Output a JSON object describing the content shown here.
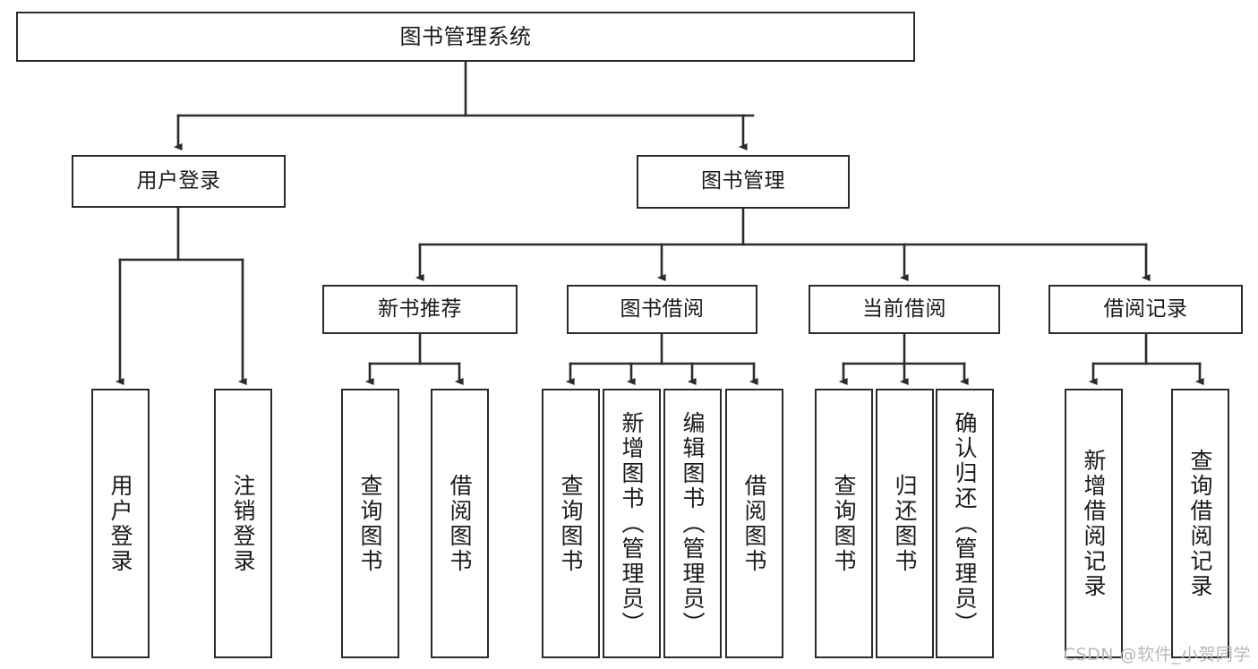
{
  "diagram": {
    "type": "tree-hierarchy-chart",
    "title": "图书管理系统",
    "watermark": "CSDN @软件_小贺同学",
    "colors": {
      "box_border": "#2b2b2b",
      "box_fill": "#ffffff",
      "connector": "#2b2b2b",
      "text": "#1a1a1a",
      "watermark": "#b9b9b9",
      "background": "#ffffff"
    },
    "levels": {
      "root": {
        "label": "图书管理系统"
      },
      "level2": [
        {
          "label": "用户登录"
        },
        {
          "label": "图书管理"
        }
      ],
      "level3": [
        {
          "label": "新书推荐"
        },
        {
          "label": "图书借阅"
        },
        {
          "label": "当前借阅"
        },
        {
          "label": "借阅记录"
        }
      ],
      "leaves": {
        "user_login": [
          {
            "label": "用户登录"
          },
          {
            "label": "注销登录"
          }
        ],
        "new_book_recommend": [
          {
            "label": "查询图书"
          },
          {
            "label": "借阅图书"
          }
        ],
        "book_borrow": [
          {
            "label": "查询图书"
          },
          {
            "label": "新增图书（管理员）"
          },
          {
            "label": "编辑图书（管理员）"
          },
          {
            "label": "借阅图书"
          }
        ],
        "current_borrow": [
          {
            "label": "查询图书"
          },
          {
            "label": "归还图书"
          },
          {
            "label": "确认归还（管理员）"
          }
        ],
        "borrow_records": [
          {
            "label": "新增借阅记录"
          },
          {
            "label": "查询借阅记录"
          }
        ]
      }
    }
  }
}
